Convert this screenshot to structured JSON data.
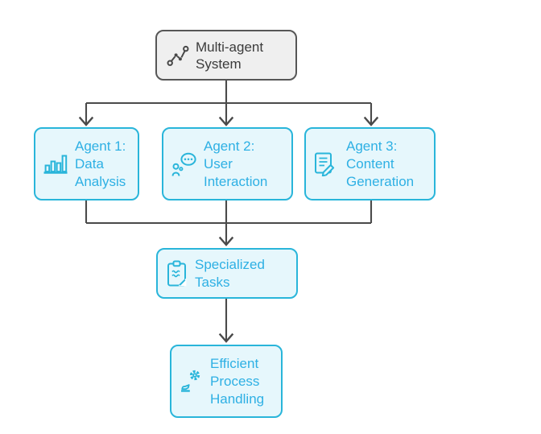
{
  "diagram": {
    "title": "Multi-agent System flowchart",
    "nodes": {
      "root": {
        "label": "Multi-agent System",
        "lines": [
          "Multi-agent",
          "System"
        ],
        "icon": "network-nodes-icon"
      },
      "agent1": {
        "label": "Agent 1: Data Analysis",
        "lines": [
          "Agent 1:",
          "Data",
          "Analysis"
        ],
        "icon": "bar-chart-icon"
      },
      "agent2": {
        "label": "Agent 2: User Interaction",
        "lines": [
          "Agent 2:",
          "User",
          "Interaction"
        ],
        "icon": "user-chat-icon"
      },
      "agent3": {
        "label": "Agent 3: Content Generation",
        "lines": [
          "Agent 3:",
          "Content",
          "Generation"
        ],
        "icon": "document-pencil-icon"
      },
      "tasks": {
        "label": "Specialized Tasks",
        "lines": [
          "Specialized",
          "Tasks"
        ],
        "icon": "clipboard-icon"
      },
      "process": {
        "label": "Efficient Process Handling",
        "lines": [
          "Efficient",
          "Process",
          "Handling"
        ],
        "icon": "gear-hand-icon"
      }
    },
    "edges": [
      {
        "from": "root",
        "to": "agent1"
      },
      {
        "from": "root",
        "to": "agent2"
      },
      {
        "from": "root",
        "to": "agent3"
      },
      {
        "from": "agent1",
        "to": "tasks"
      },
      {
        "from": "agent2",
        "to": "tasks"
      },
      {
        "from": "agent3",
        "to": "tasks"
      },
      {
        "from": "tasks",
        "to": "process"
      }
    ],
    "colors": {
      "accent": "#29b5da",
      "accent_text": "#2eb0e4",
      "node_fill": "#e6f7fc",
      "root_fill": "#efefef",
      "root_border": "#565656",
      "root_text": "#3b3b3b",
      "connector": "#4a4a4a",
      "background": "#ffffff"
    }
  }
}
